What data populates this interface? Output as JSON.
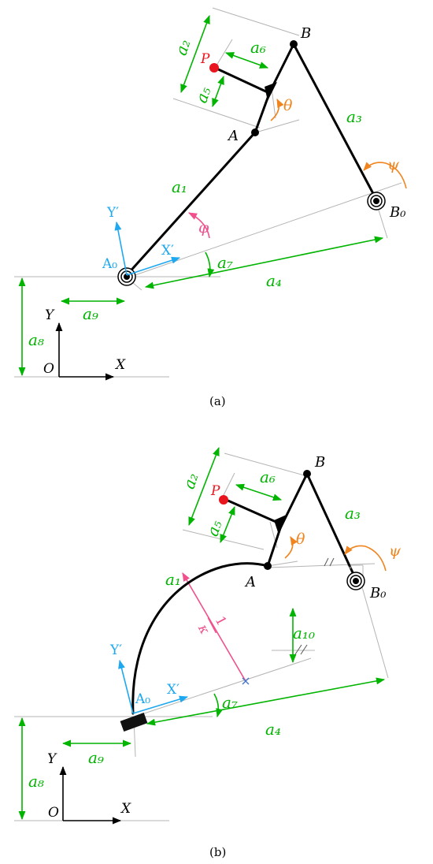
{
  "colors": {
    "link": "#000000",
    "dimension": "#00b400",
    "moving_frame": "#1ea8f0",
    "angle_theta_psi": "#f0841e",
    "angle_phi": "#f0508c",
    "point_p": "#e8141e",
    "construction": "#b4b4b4",
    "crossing": "#4a74c8"
  },
  "panel_a": {
    "caption": "(a)",
    "points": {
      "B": "B",
      "P": "P",
      "A": "A",
      "A0": "A₀",
      "B0": "B₀"
    },
    "dims": {
      "a1": "a₁",
      "a2": "a₂",
      "a3": "a₃",
      "a4": "a₄",
      "a5": "a₅",
      "a6": "a₆",
      "a7": "a₇",
      "a8": "a₈",
      "a9": "a₉"
    },
    "angles": {
      "theta": "θ",
      "psi": "ψ",
      "phi": "φ"
    },
    "frame": {
      "x_prime": "X′",
      "y_prime": "Y′",
      "x": "X",
      "y": "Y",
      "origin": "O"
    }
  },
  "panel_b": {
    "caption": "(b)",
    "points": {
      "B": "B",
      "P": "P",
      "A": "A",
      "A0": "A₀",
      "B0": "B₀"
    },
    "dims": {
      "a1": "a₁",
      "a2": "a₂",
      "a3": "a₃",
      "a4": "a₄",
      "a5": "a₅",
      "a6": "a₆",
      "a7": "a₇",
      "a8": "a₈",
      "a9": "a₉",
      "a10": "a₁₀"
    },
    "angles": {
      "theta": "θ",
      "psi": "ψ"
    },
    "curvature": {
      "numerator": "1",
      "denominator": "κ"
    },
    "frame": {
      "x_prime": "X′",
      "y_prime": "Y′",
      "x": "X",
      "y": "Y",
      "origin": "O"
    }
  }
}
